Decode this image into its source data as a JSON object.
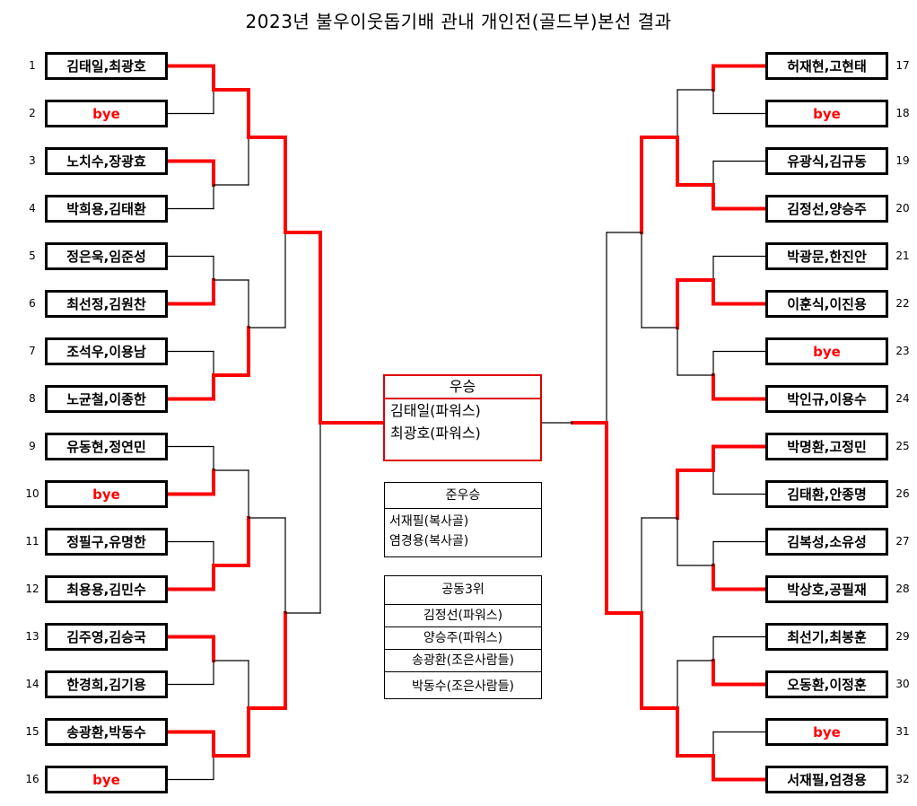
{
  "title": "2023년 불우이웃돕기배 관내 개인전(골드부)본선 결과",
  "colors": {
    "winner_line": "#ff0000",
    "line": "#000000",
    "bye_text": "#ff0000",
    "champion_border": "#e00000"
  },
  "left_entries": [
    {
      "seed": "1",
      "name": "김태일,최광호"
    },
    {
      "seed": "2",
      "name": "bye"
    },
    {
      "seed": "3",
      "name": "노치수,장광효"
    },
    {
      "seed": "4",
      "name": "박희용,김태환"
    },
    {
      "seed": "5",
      "name": "정은욱,임준성"
    },
    {
      "seed": "6",
      "name": "최선정,김원찬"
    },
    {
      "seed": "7",
      "name": "조석우,이용남"
    },
    {
      "seed": "8",
      "name": "노균철,이종한"
    },
    {
      "seed": "9",
      "name": "유동현,정연민"
    },
    {
      "seed": "10",
      "name": "bye"
    },
    {
      "seed": "11",
      "name": "정필구,유명한"
    },
    {
      "seed": "12",
      "name": "최용용,김민수"
    },
    {
      "seed": "13",
      "name": "김주영,김승국"
    },
    {
      "seed": "14",
      "name": "한경희,김기용"
    },
    {
      "seed": "15",
      "name": "송광환,박동수"
    },
    {
      "seed": "16",
      "name": "bye"
    }
  ],
  "right_entries": [
    {
      "seed": "17",
      "name": "허재현,고현태"
    },
    {
      "seed": "18",
      "name": "bye"
    },
    {
      "seed": "19",
      "name": "유광식,김규동"
    },
    {
      "seed": "20",
      "name": "김정선,양승주"
    },
    {
      "seed": "21",
      "name": "박광문,한진안"
    },
    {
      "seed": "22",
      "name": "이훈식,이진용"
    },
    {
      "seed": "23",
      "name": "bye"
    },
    {
      "seed": "24",
      "name": "박인규,이용수"
    },
    {
      "seed": "25",
      "name": "박명환,고정민"
    },
    {
      "seed": "26",
      "name": "김태환,안종명"
    },
    {
      "seed": "27",
      "name": "김복성,소유성"
    },
    {
      "seed": "28",
      "name": "박상호,공필재"
    },
    {
      "seed": "29",
      "name": "최선기,최봉훈"
    },
    {
      "seed": "30",
      "name": "오동환,이정훈"
    },
    {
      "seed": "31",
      "name": "bye"
    },
    {
      "seed": "32",
      "name": "서재필,엄경용"
    }
  ],
  "results": {
    "left": {
      "r1": [
        0,
        0,
        1,
        1,
        1,
        1,
        0,
        0
      ],
      "r2": [
        0,
        1,
        1,
        1
      ],
      "r3": [
        0,
        1
      ],
      "r4": 0
    },
    "right": {
      "r1": [
        0,
        1,
        1,
        1,
        0,
        1,
        1,
        1
      ],
      "r2": [
        1,
        0,
        0,
        1
      ],
      "r3": [
        0,
        1
      ],
      "r4": 1
    },
    "final_from_left": true
  },
  "champion": {
    "header": "우승",
    "players": [
      "김태일(파워스)",
      "최광호(파워스)"
    ]
  },
  "runner_up": {
    "header": "준우승",
    "players": [
      "서재필(복사골)",
      "염경용(복사골)"
    ]
  },
  "third_place": {
    "header": "공동3위",
    "players": [
      "김정선(파워스)",
      "양승주(파워스)",
      "송광환(조은사람들)",
      "박동수(조은사람들)"
    ]
  }
}
